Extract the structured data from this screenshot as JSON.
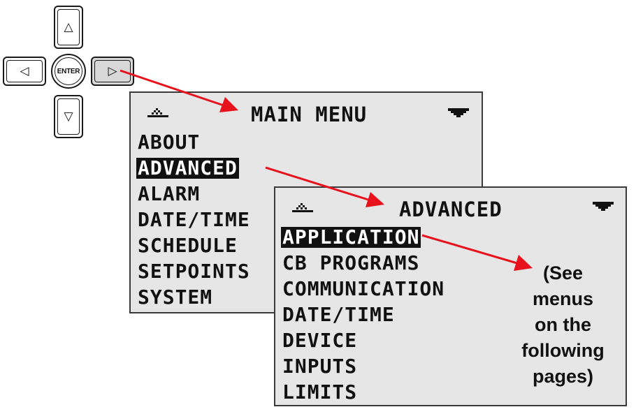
{
  "keypad": {
    "up_glyph": "△",
    "down_glyph": "▽",
    "left_glyph": "◁",
    "right_glyph": "▷",
    "enter_label": "ENTER",
    "pressed_key": "right"
  },
  "main_menu": {
    "title": "MAIN MENU",
    "items": [
      {
        "label": "ABOUT"
      },
      {
        "label": "ADVANCED"
      },
      {
        "label": "ALARM"
      },
      {
        "label": "DATE/TIME"
      },
      {
        "label": "SCHEDULE"
      },
      {
        "label": "SETPOINTS"
      },
      {
        "label": "SYSTEM"
      }
    ],
    "selected_index": 1,
    "left_icon": "up-scroll-icon",
    "right_icon": "down-scroll-icon"
  },
  "advanced_menu": {
    "title": "ADVANCED",
    "items": [
      {
        "label": "APPLICATION"
      },
      {
        "label": "CB PROGRAMS"
      },
      {
        "label": "COMMUNICATION"
      },
      {
        "label": "DATE/TIME"
      },
      {
        "label": "DEVICE"
      },
      {
        "label": "INPUTS"
      },
      {
        "label": "LIMITS"
      }
    ],
    "selected_index": 0,
    "left_icon": "up-scroll-icon",
    "right_icon": "down-scroll-icon"
  },
  "note": {
    "lines": [
      "(See",
      "menus",
      "on the",
      "following",
      "pages)"
    ]
  },
  "colors": {
    "arrow": "#e8121c",
    "screen_bg": "#e6e6e6",
    "text": "#111111"
  }
}
